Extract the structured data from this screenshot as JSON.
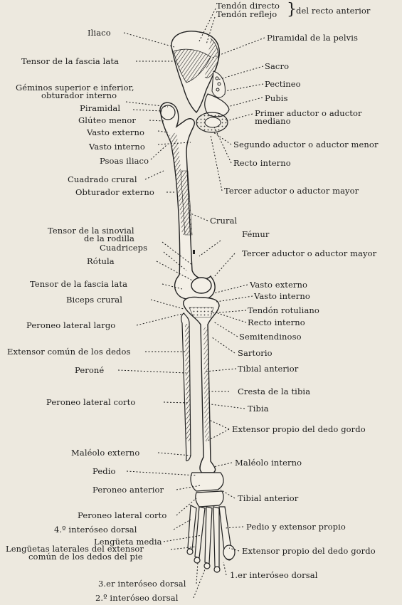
{
  "labels": {
    "tendon_directo": "Tendón directo",
    "tendon_reflejo": "Tendón reflejo",
    "del_recto_anterior": "del recto anterior",
    "iliaco": "Iliaco",
    "piramidal_pelvis": "Piramidal de la pelvis",
    "tensor_fascia_lata_top": "Tensor de la fascia lata",
    "sacro": "Sacro",
    "pectineo": "Pectineo",
    "pubis": "Pubis",
    "geminos_1": "Géminos superior e inferior,",
    "geminos_2": "obturador interno",
    "piramidal": "Piramidal",
    "gluteo_menor": "Glúteo menor",
    "primer_aductor_1": "Primer aductor o aductor",
    "primer_aductor_2": "mediano",
    "vasto_externo_top": "Vasto externo",
    "vasto_interno_top": "Vasto interno",
    "segundo_aductor": "Segundo aductor o aductor menor",
    "psoas_iliaco": "Psoas iliaco",
    "recto_interno_top": "Recto interno",
    "cuadrado_crural": "Cuadrado crural",
    "obturador_externo": "Obturador externo",
    "tercer_aductor_top": "Tercer aductor o aductor mayor",
    "crural": "Crural",
    "tensor_sinovial_1": "Tensor de la sinovial",
    "tensor_sinovial_2": "de la rodilla",
    "femur": "Fémur",
    "cuadriceps": "Cuadriceps",
    "tercer_aductor_mid": "Tercer aductor o aductor mayor",
    "rotula": "Rótula",
    "tensor_fascia_lata_knee": "Tensor de la fascia lata",
    "vasto_externo_knee": "Vasto externo",
    "vasto_interno_knee": "Vasto interno",
    "biceps_crural": "Biceps crural",
    "tendon_rotuliano": "Tendón rotuliano",
    "peroneo_lateral_largo": "Peroneo lateral largo",
    "recto_interno_knee": "Recto interno",
    "semitendinoso": "Semitendinoso",
    "extensor_comun": "Extensor común de los dedos",
    "sartorio": "Sartorio",
    "perone": "Peroné",
    "tibial_anterior_mid": "Tibial anterior",
    "cresta_tibia": "Cresta de la tibia",
    "peroneo_lateral_corto_mid": "Peroneo lateral corto",
    "tibia": "Tibia",
    "extensor_propio_mid": "Extensor propio del dedo gordo",
    "maleolo_externo": "Maléolo externo",
    "maleolo_interno": "Maléolo interno",
    "pedio": "Pedio",
    "peroneo_anterior": "Peroneo anterior",
    "tibial_anterior_foot": "Tibial anterior",
    "peroneo_lateral_corto_foot": "Peroneo lateral corto",
    "cuarto_interoseo": "4.º interóseo dorsal",
    "pedio_extensor": "Pedio y extensor propio",
    "lengueta_media": "Lengüeta media",
    "lenguetas_1": "Lengüetas laterales del extensor",
    "lenguetas_2": "común de los dedos del pie",
    "extensor_propio_foot": "Extensor propio del dedo gordo",
    "tercer_interoseo": "3.er interóseo dorsal",
    "primer_interoseo": "1.er interóseo dorsal",
    "segundo_interoseo": "2.º interóseo dorsal"
  }
}
